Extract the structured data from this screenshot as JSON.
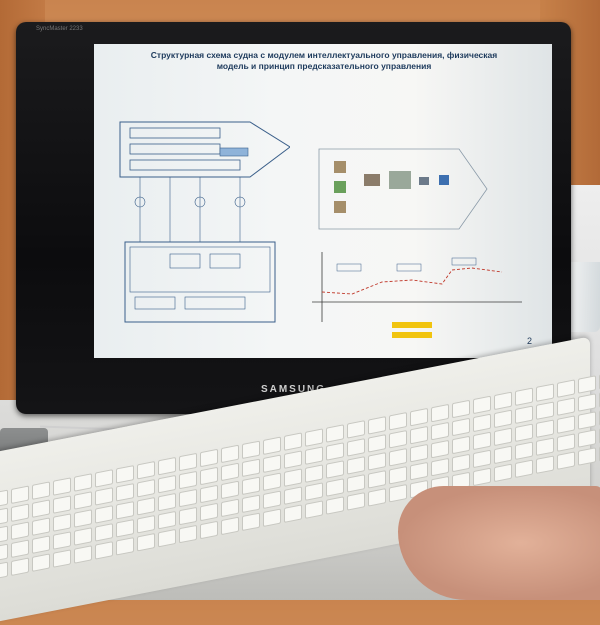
{
  "monitor": {
    "brand": "SAMSUNG",
    "bezel_label": "SyncMaster 2233"
  },
  "slide": {
    "title": "Структурная схема судна с модулем интеллектуального управления, физическая модель и принцип предсказательного управления",
    "page_number": "2"
  }
}
